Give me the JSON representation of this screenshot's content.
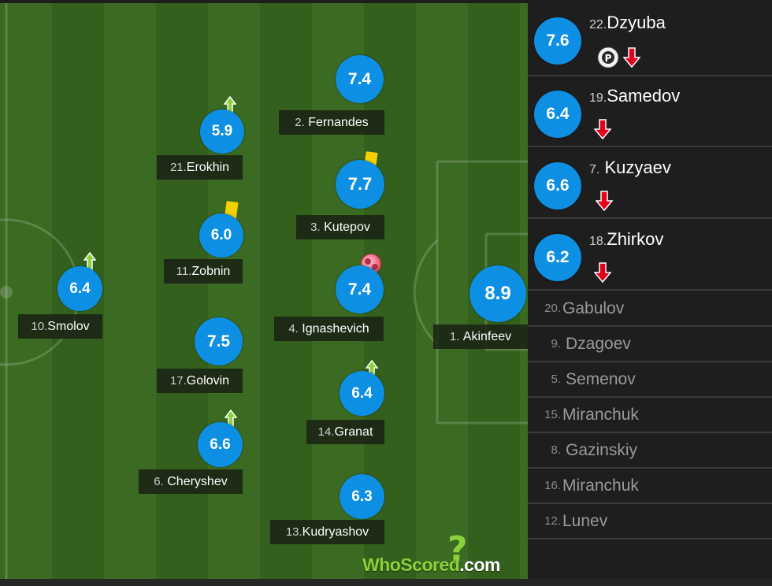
{
  "brand": {
    "part1": "WhoScored",
    "part2": ".com",
    "color": "#8bd13a",
    "q": "?"
  },
  "colors": {
    "rating": "#0d8fe3",
    "card": "#f4d000",
    "sub_in": "#8bd13a",
    "sub_out": "#e2001a"
  },
  "players": [
    {
      "num": "2.",
      "name": "Fernandes",
      "rating": "7.4"
    },
    {
      "num": "21.",
      "name": "Erokhin",
      "rating": "5.9"
    },
    {
      "num": "3.",
      "name": "Kutepov",
      "rating": "7.7"
    },
    {
      "num": "11.",
      "name": "Zobnin",
      "rating": "6.0"
    },
    {
      "num": "10.",
      "name": "Smolov",
      "rating": "6.4"
    },
    {
      "num": "4.",
      "name": "Ignashevich",
      "rating": "7.4"
    },
    {
      "num": "1.",
      "name": "Akinfeev",
      "rating": "8.9"
    },
    {
      "num": "17.",
      "name": "Golovin",
      "rating": "7.5"
    },
    {
      "num": "14.",
      "name": "Granat",
      "rating": "6.4"
    },
    {
      "num": "6.",
      "name": "Cheryshev",
      "rating": "6.6"
    },
    {
      "num": "13.",
      "name": "Kudryashov",
      "rating": "6.3"
    }
  ],
  "subs_rated": [
    {
      "num": "22.",
      "name": "Dzyuba",
      "rating": "7.6"
    },
    {
      "num": "19.",
      "name": "Samedov",
      "rating": "6.4"
    },
    {
      "num": "7.",
      "name": "Kuzyaev",
      "rating": "6.6"
    },
    {
      "num": "18.",
      "name": "Zhirkov",
      "rating": "6.2"
    }
  ],
  "subs_unused": [
    {
      "num": "20.",
      "name": "Gabulov"
    },
    {
      "num": "9.",
      "name": "Dzagoev"
    },
    {
      "num": "5.",
      "name": "Semenov"
    },
    {
      "num": "15.",
      "name": "Miranchuk"
    },
    {
      "num": "8.",
      "name": "Gazinskiy"
    },
    {
      "num": "16.",
      "name": "Miranchuk"
    },
    {
      "num": "12.",
      "name": "Lunev"
    }
  ]
}
